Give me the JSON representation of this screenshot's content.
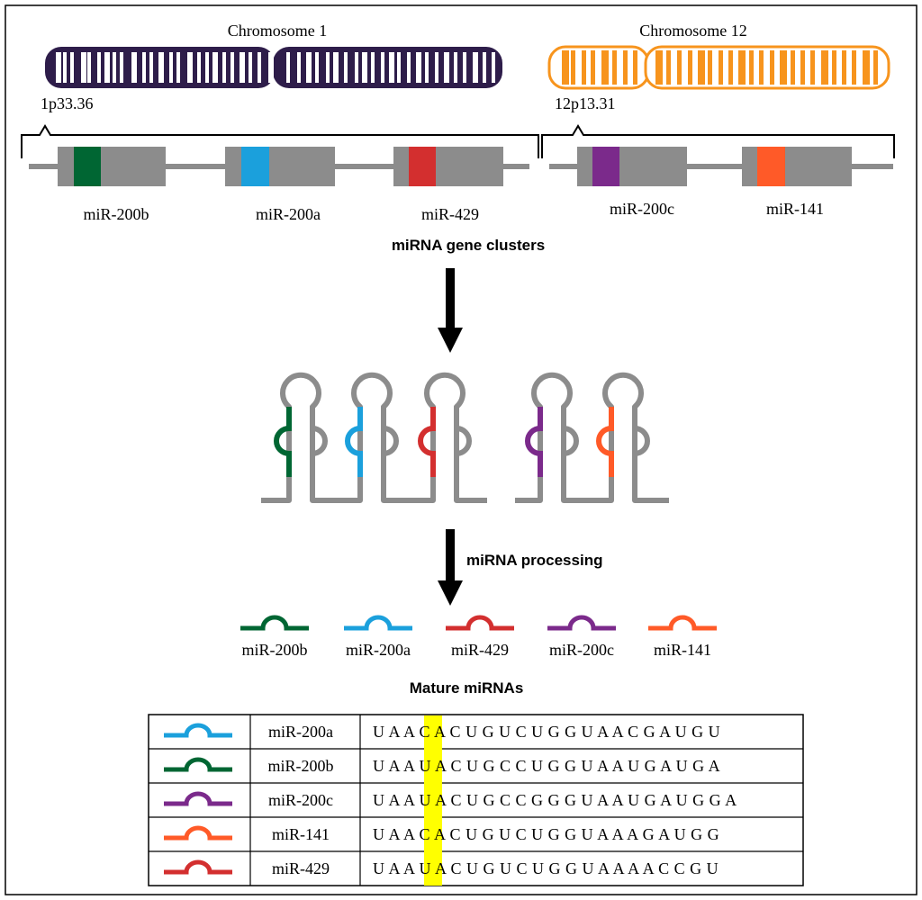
{
  "chromosomes": [
    {
      "name": "Chromosome 1",
      "band": "1p33.36",
      "color": "#2e1d4a"
    },
    {
      "name": "Chromosome 12",
      "band": "12p13.31",
      "color": "#f7941d"
    }
  ],
  "cluster1_genes": [
    {
      "label": "miR-200b",
      "color": "#006633"
    },
    {
      "label": "miR-200a",
      "color": "#1ba0dc"
    },
    {
      "label": "miR-429",
      "color": "#d32f2f"
    }
  ],
  "cluster2_genes": [
    {
      "label": "miR-200c",
      "color": "#7b2a8b"
    },
    {
      "label": "miR-141",
      "color": "#ff5a28"
    }
  ],
  "cluster_caption": "miRNA gene clusters",
  "processing_label": "miRNA processing",
  "mature": [
    {
      "label": "miR-200b",
      "color": "#006633"
    },
    {
      "label": "miR-200a",
      "color": "#1ba0dc"
    },
    {
      "label": "miR-429",
      "color": "#d32f2f"
    },
    {
      "label": "miR-200c",
      "color": "#7b2a8b"
    },
    {
      "label": "miR-141",
      "color": "#ff5a28"
    }
  ],
  "mature_caption": "Mature miRNAs",
  "highlight_color": "#ffff00",
  "table": [
    {
      "name": "miR-200a",
      "color": "#1ba0dc",
      "pre": "U A A ",
      "hl": "C",
      "post": " A C U G U C U G G U A A C G A U G U"
    },
    {
      "name": "miR-200b",
      "color": "#006633",
      "pre": "U A A ",
      "hl": "U",
      "post": " A C U G C C U G G U A A U G A U G A"
    },
    {
      "name": "miR-200c",
      "color": "#7b2a8b",
      "pre": "U A A ",
      "hl": "U",
      "post": " A C U G C C G G G U A A U G A U G G A"
    },
    {
      "name": "miR-141",
      "color": "#ff5a28",
      "pre": "U A A ",
      "hl": "C",
      "post": " A C U G U C U G G U A A A G A U G G"
    },
    {
      "name": "miR-429",
      "color": "#d32f2f",
      "pre": "U A A ",
      "hl": "U",
      "post": " A C U G U C U G G U A A A A C C G U"
    }
  ]
}
